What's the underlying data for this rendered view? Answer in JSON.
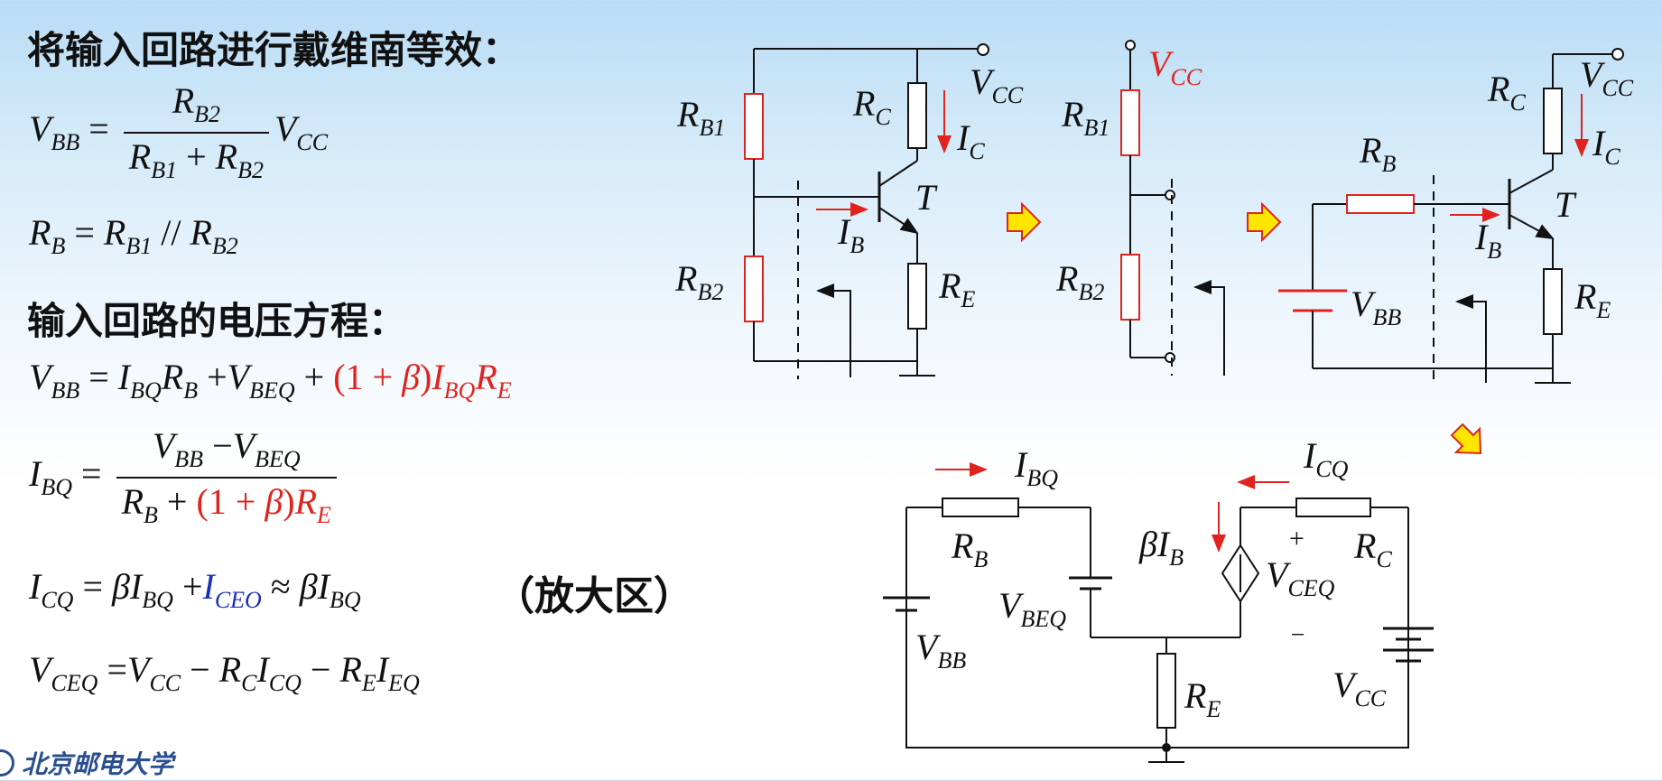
{
  "headings": {
    "thevenin": "将输入回路进行戴维南等效：",
    "loop_eq": "输入回路的电压方程："
  },
  "note": "（放大区）",
  "logo_text": "北京邮电大学",
  "labels": {
    "RB1": "B1",
    "RB2": "B2",
    "RC": "C",
    "RE": "E",
    "RB": "B",
    "VCC": "CC",
    "IC": "C",
    "IB": "B",
    "T": "T",
    "VBB": "BB",
    "IBQ": "BQ",
    "ICQ": "CQ",
    "VBEQ": "BEQ",
    "VCEQ": "CEQ",
    "beta": "β",
    "plus": "+",
    "minus": "−"
  },
  "colors": {
    "accent_red": "#e0231e",
    "accent_blue": "#1a2fb8",
    "arrow_yellow": "#ffe600"
  }
}
